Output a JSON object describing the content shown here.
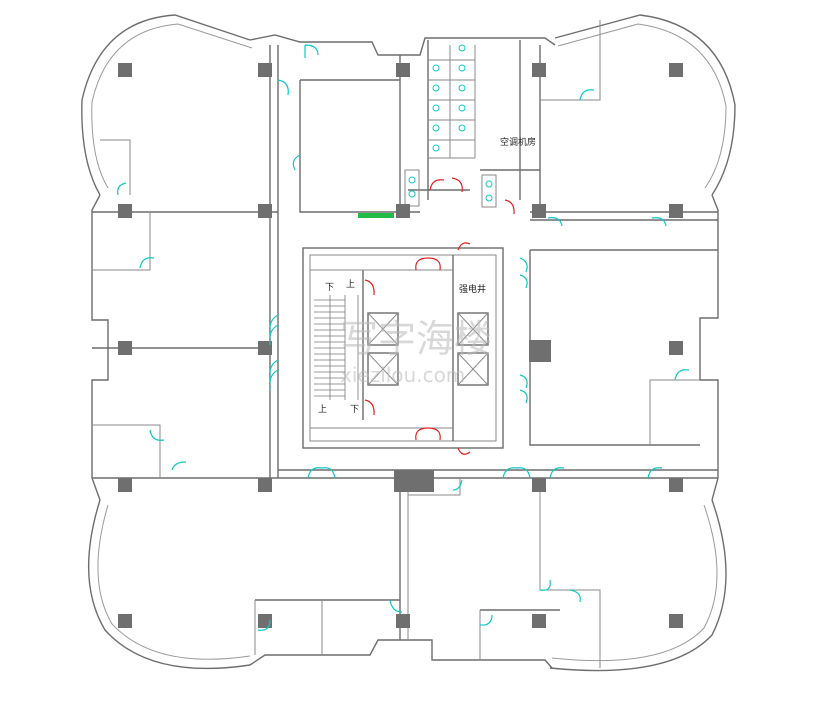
{
  "labels": {
    "ac_room": "空调机房",
    "power_shaft": "强电井",
    "stair_down_1": "下",
    "stair_up_1": "上",
    "stair_up_2": "上",
    "stair_down_2": "下"
  },
  "watermark": {
    "line1": "写字海楼",
    "line2": "xiezilou.com"
  },
  "colors": {
    "wall": "#6d6d6d",
    "column": "#6f6f6f",
    "door_cyan": "#10c8c8",
    "door_red": "#e02020",
    "fixture_green": "#22bb44"
  }
}
